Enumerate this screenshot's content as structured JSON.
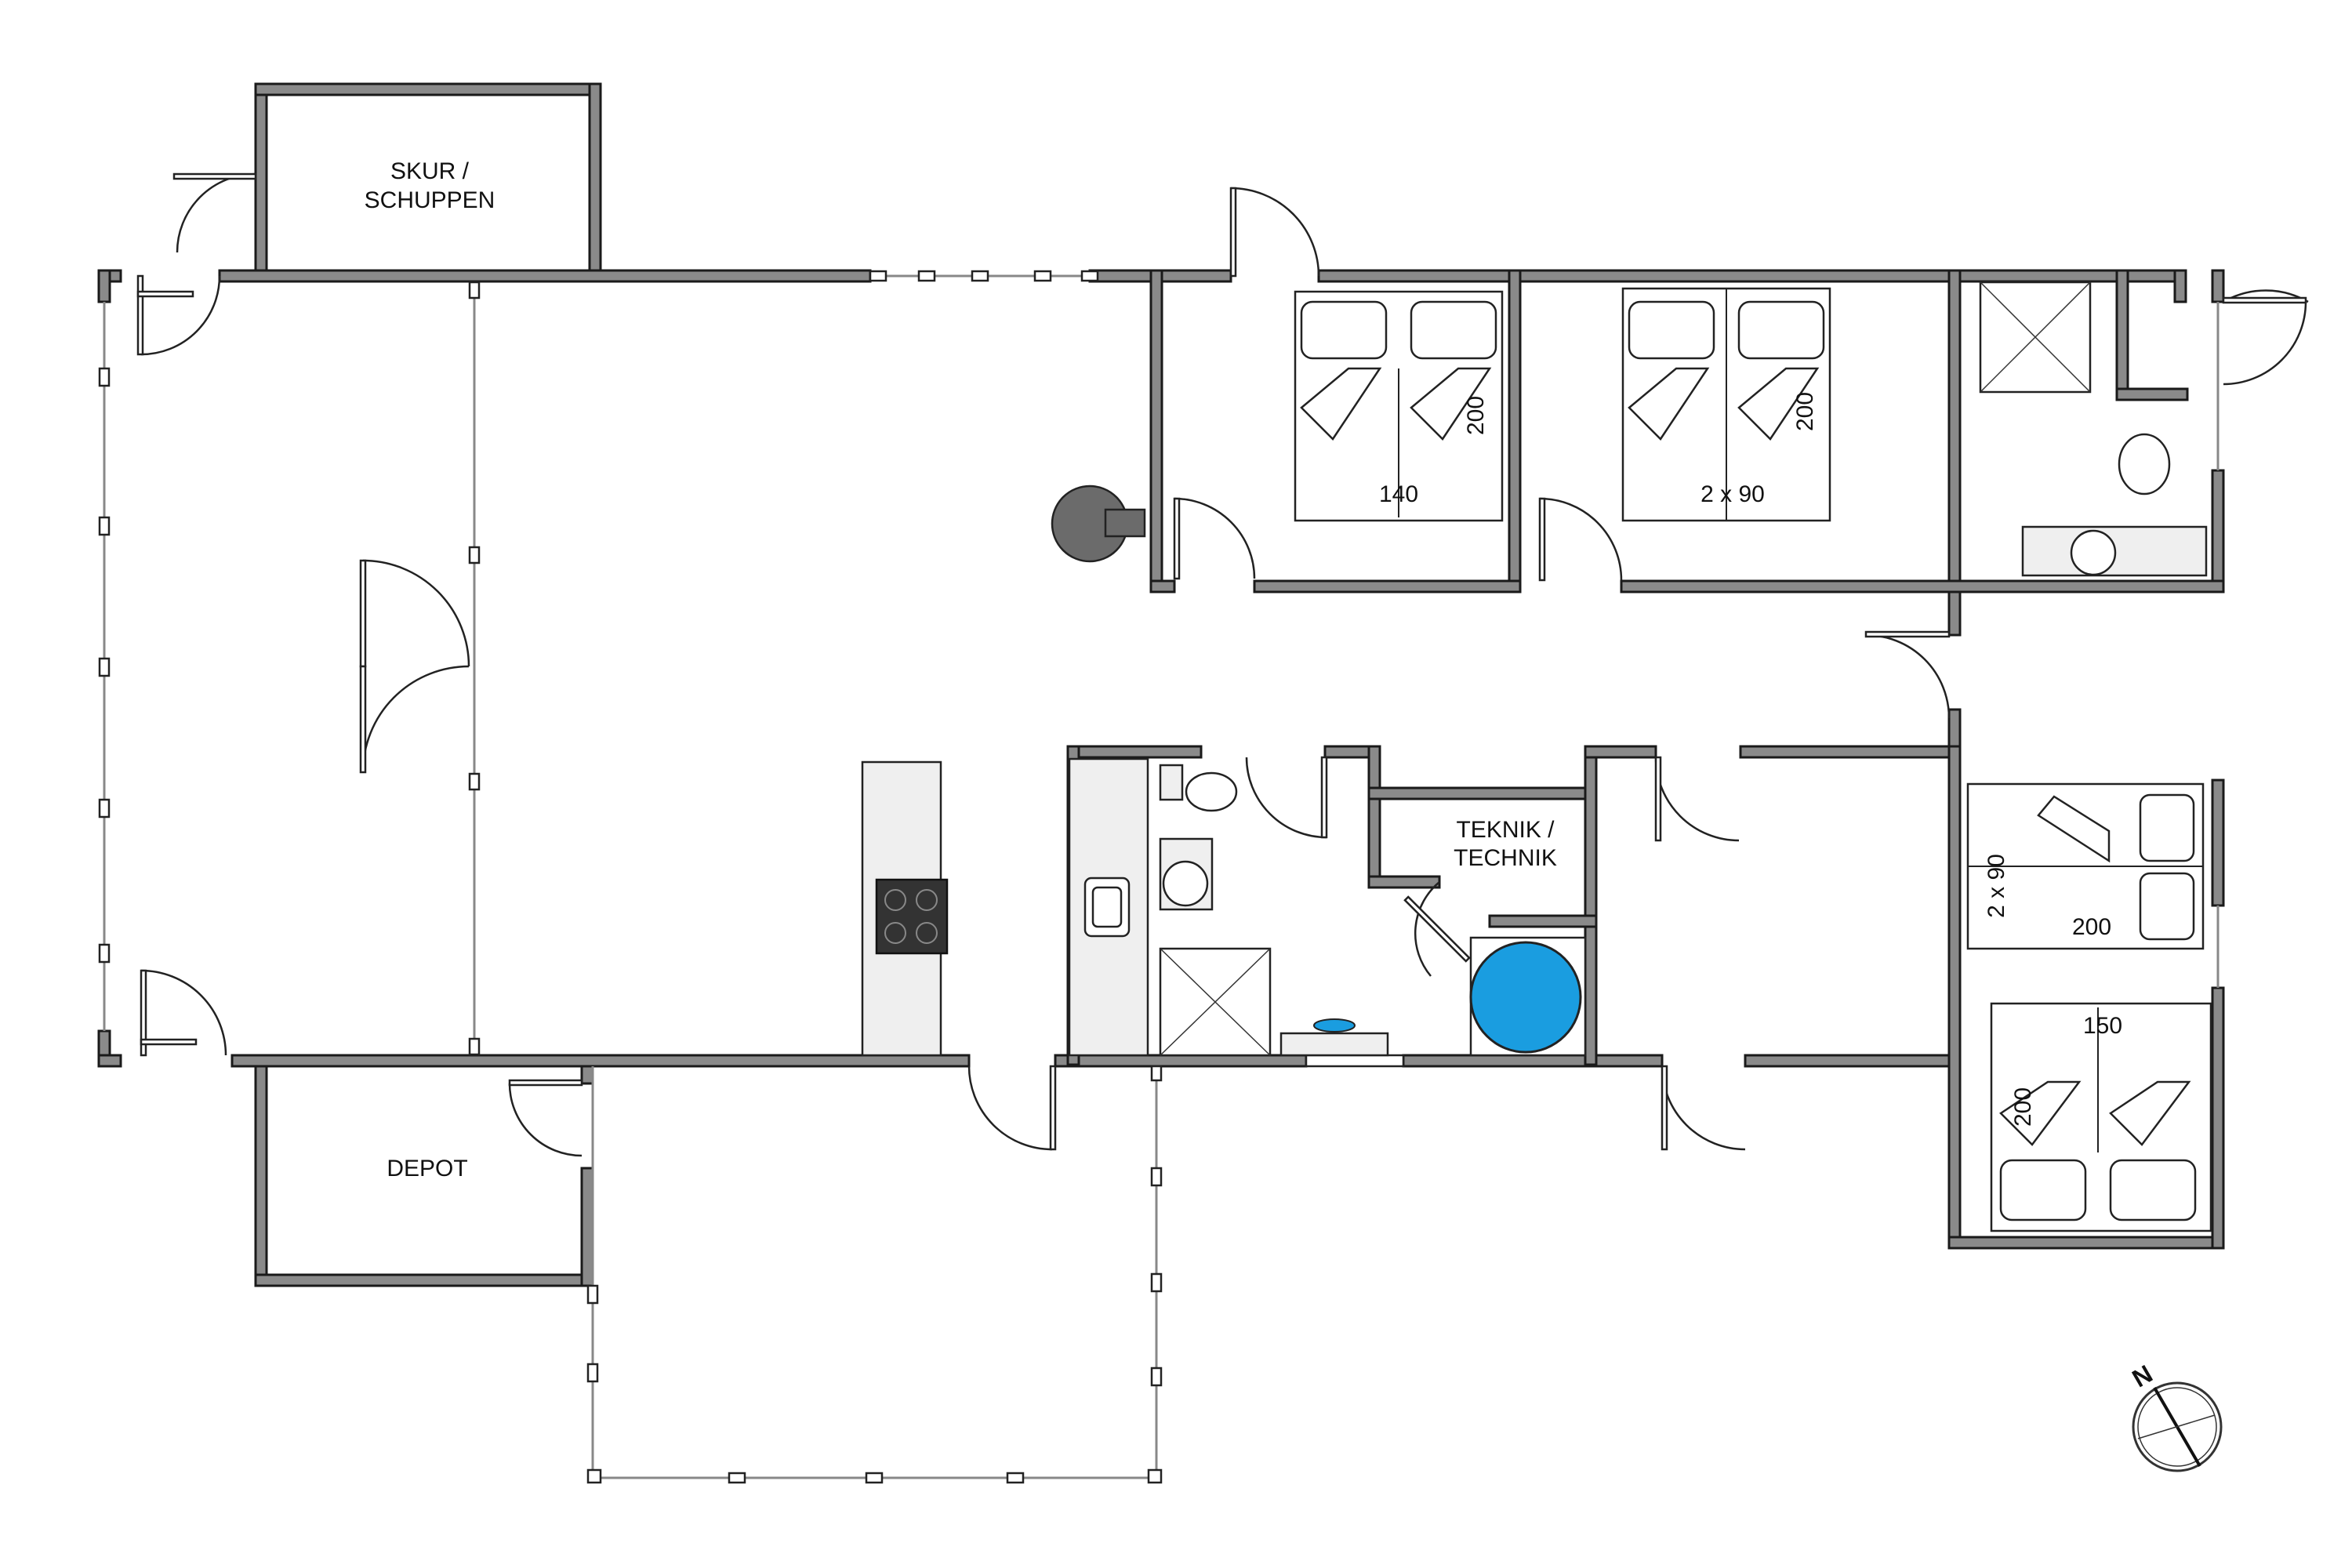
{
  "rooms": {
    "skur_line1": "SKUR /",
    "skur_line2": "SCHUPPEN",
    "depot": "DEPOT",
    "teknik_line1": "TEKNIK /",
    "teknik_line2": "TECHNIK"
  },
  "beds": {
    "bedroom1_width": "140",
    "bedroom1_length": "200",
    "bedroom2_width": "2 x 90",
    "bedroom2_length": "200",
    "bedroom3_width": "2 x 90",
    "bedroom3_length": "200",
    "bedroom4_width": "150",
    "bedroom4_length": "200"
  },
  "compass": {
    "north_label": "N"
  },
  "colors": {
    "wall": "#8a8a8a",
    "bathtub": "#1a9de0",
    "stove": "#333333",
    "fireplace": "#6b6b6b"
  }
}
